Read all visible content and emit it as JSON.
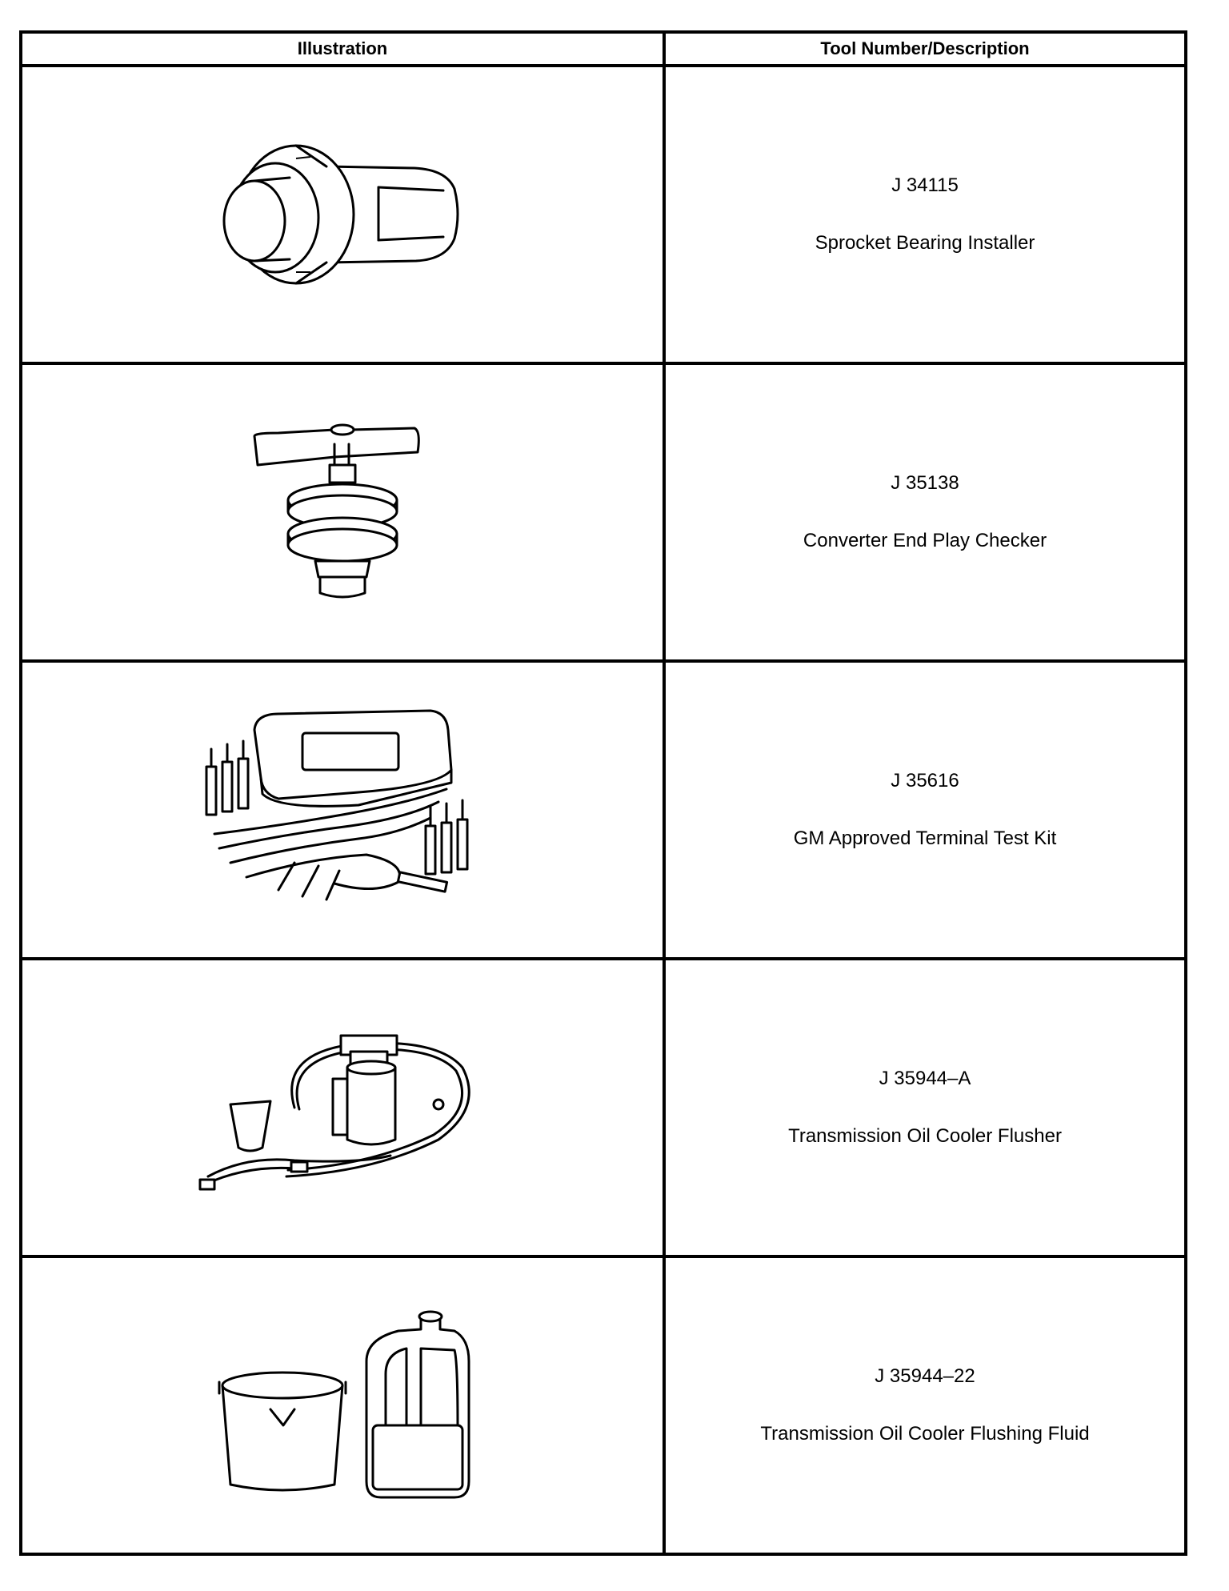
{
  "table": {
    "headers": {
      "illustration": "Illustration",
      "tool": "Tool Number/Description"
    },
    "rows": [
      {
        "tool_number": "J 34115",
        "description": "Sprocket Bearing Installer",
        "icon": "sprocket-bearing-installer-icon"
      },
      {
        "tool_number": "J 35138",
        "description": "Converter End Play Checker",
        "icon": "converter-end-play-checker-icon"
      },
      {
        "tool_number": "J 35616",
        "description": "GM Approved Terminal Test Kit",
        "icon": "terminal-test-kit-icon"
      },
      {
        "tool_number": "J 35944–A",
        "description": "Transmission Oil Cooler Flusher",
        "icon": "oil-cooler-flusher-icon"
      },
      {
        "tool_number": "J 35944–22",
        "description": "Transmission Oil Cooler Flushing Fluid",
        "icon": "flushing-fluid-icon"
      }
    ]
  }
}
